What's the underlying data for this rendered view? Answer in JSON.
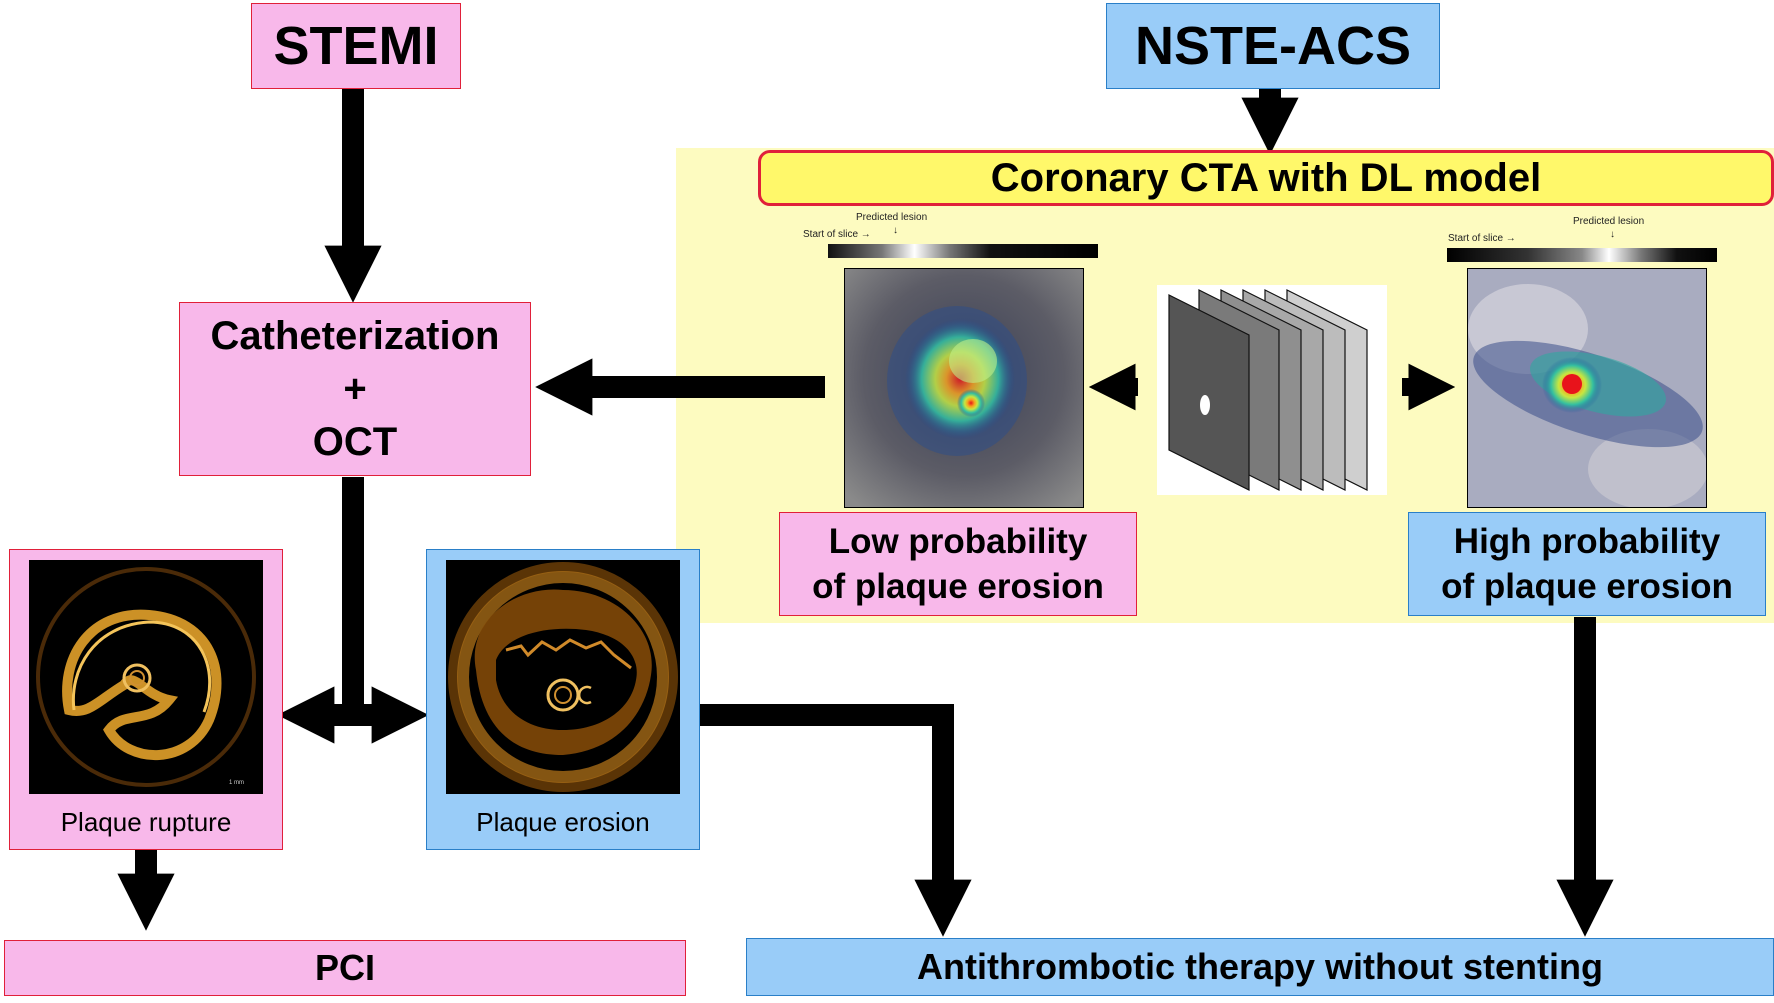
{
  "stemi": {
    "label": "STEMI"
  },
  "nste": {
    "label": "NSTE-ACS"
  },
  "cta": {
    "title": "Coronary CTA with DL model"
  },
  "cath": {
    "line1": "Catheterization",
    "line2": "+",
    "line3": "OCT"
  },
  "low_prob": {
    "line1": "Low probability",
    "line2": "of plaque erosion"
  },
  "high_prob": {
    "line1": "High probability",
    "line2": "of plaque erosion"
  },
  "rupture": {
    "label": "Plaque rupture",
    "scale": "1 mm"
  },
  "erosion": {
    "label": "Plaque erosion"
  },
  "pci": {
    "label": "PCI"
  },
  "antithrombotic": {
    "label": "Antithrombotic therapy without stenting"
  },
  "heatmap_left": {
    "predicted_lesion": "Predicted lesion",
    "start_of_slice": "Start of slice →",
    "down_arrow": "↓"
  },
  "heatmap_right": {
    "predicted_lesion": "Predicted lesion",
    "start_of_slice": "Start of slice →",
    "down_arrow": "↓"
  },
  "colors": {
    "pink": "#f8b8ea",
    "blue": "#99ccf8",
    "yellow_panel": "#fdfbc0",
    "title_bar": "#fff86a",
    "red_border": "#e0203a"
  }
}
